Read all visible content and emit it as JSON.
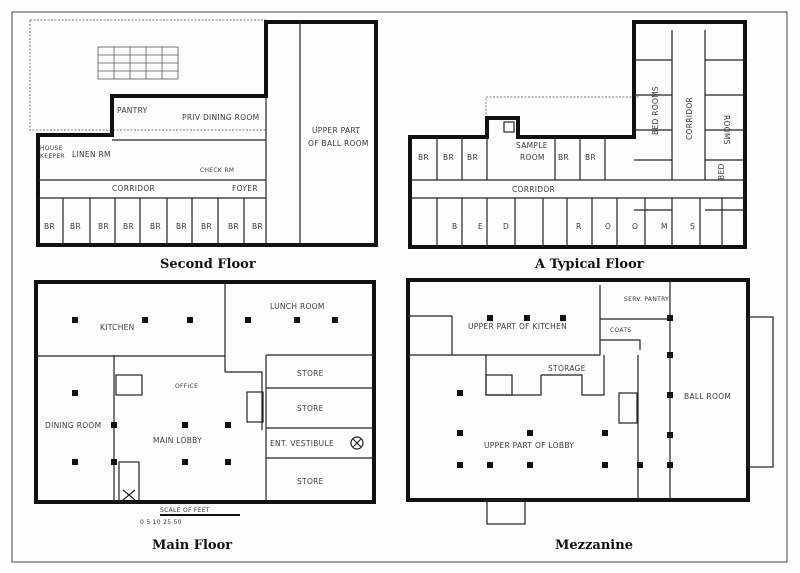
{
  "plans": {
    "second_floor": {
      "caption": "Second Floor",
      "labels": {
        "pantry": "PANTRY",
        "priv_dining": "PRIV DINING ROOM",
        "house": "HOUSE",
        "keeper": "KEEPER",
        "linen": "LINEN RM",
        "check": "CHECK RM",
        "corridor": "CORRIDOR",
        "foyer": "FOYER",
        "ball1": "UPPER PART",
        "ball2": "OF BALL ROOM",
        "br": [
          "BR",
          "BR",
          "BR",
          "BR",
          "BR",
          "BR",
          "BR",
          "BR",
          "BR"
        ]
      }
    },
    "typical_floor": {
      "caption": "A Typical Floor",
      "labels": {
        "br": [
          "BR",
          "BR",
          "BR",
          "BR",
          "BR"
        ],
        "sample1": "SAMPLE",
        "sample2": "ROOM",
        "corridor": "CORRIDOR",
        "bedrooms_letters": [
          "B",
          "E",
          "D",
          "R",
          "O",
          "O",
          "M",
          "S"
        ],
        "tower_bedrooms": "BED ROOMS",
        "tower_corridor": "CORRIDOR",
        "tower_rooms": "ROOMS",
        "tower_bed": "BED"
      }
    },
    "main_floor": {
      "caption": "Main Floor",
      "labels": {
        "kitchen": "KITCHEN",
        "lunch": "LUNCH ROOM",
        "store1": "STORE",
        "store2": "STORE",
        "store3": "STORE",
        "vestibule": "ENT. VESTIBULE",
        "dining": "DINING ROOM",
        "lobby": "MAIN LOBBY",
        "office": "OFFICE"
      },
      "scale": {
        "title": "SCALE OF FEET",
        "ticks": "0 5 10  25  50"
      }
    },
    "mezzanine": {
      "caption": "Mezzanine",
      "labels": {
        "upper_kitchen": "UPPER PART OF KITCHEN",
        "serv_pantry": "SERV. PANTRY",
        "coats": "COATS",
        "storage": "STORAGE",
        "ballroom": "BALL ROOM",
        "upper_lobby": "UPPER PART OF LOBBY"
      }
    }
  }
}
